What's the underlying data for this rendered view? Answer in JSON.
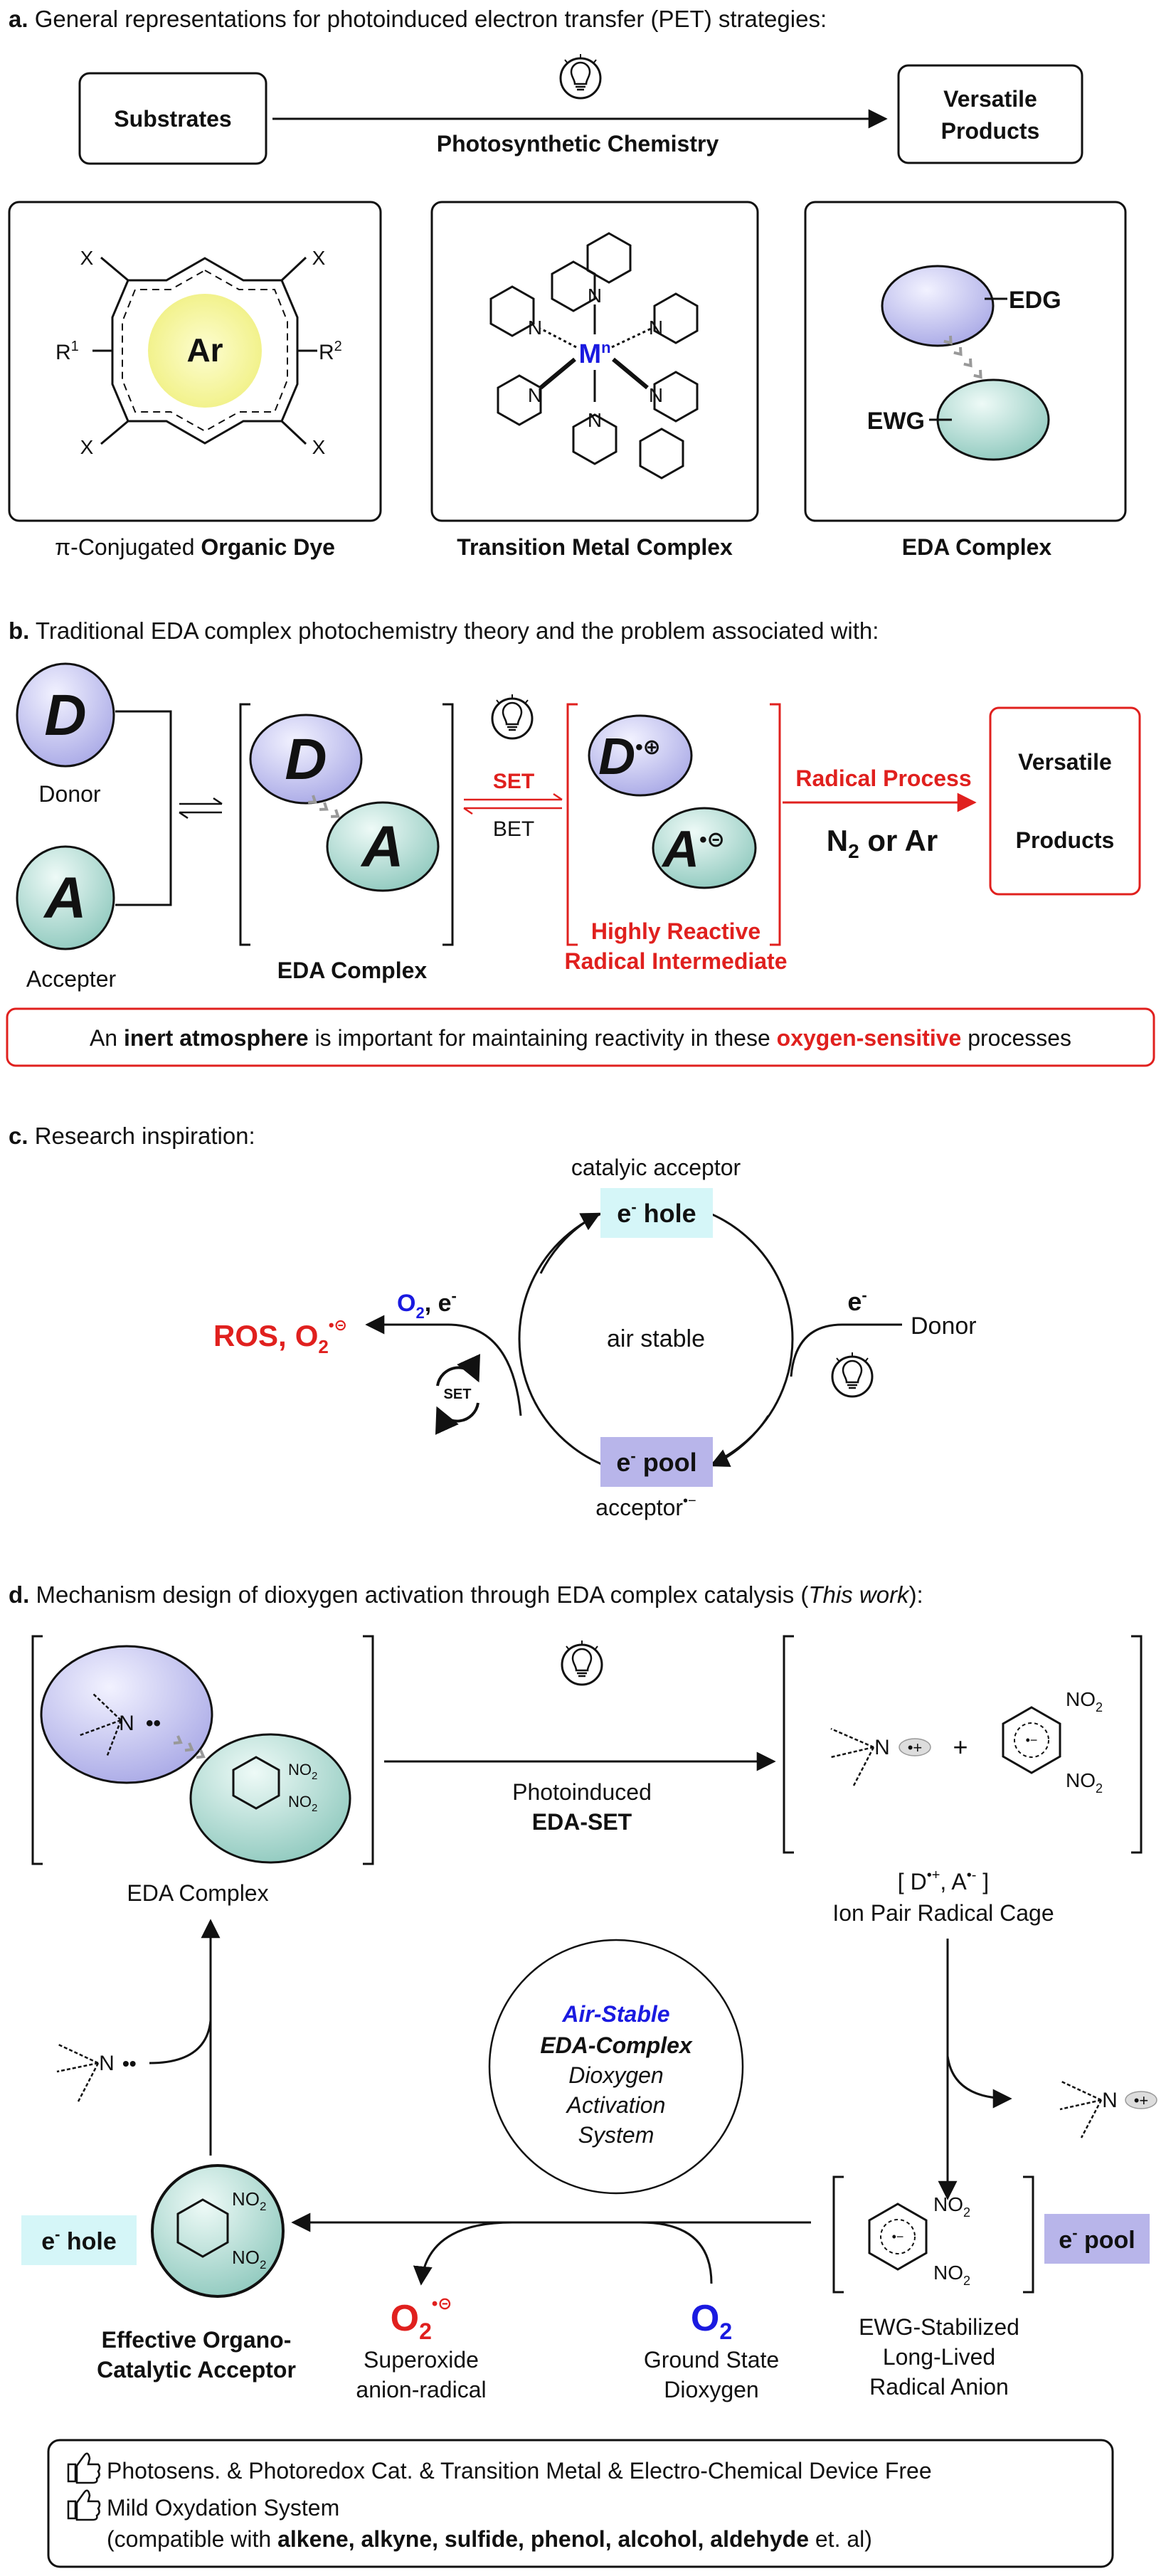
{
  "panel_a": {
    "heading_letter": "a.",
    "heading": "General representations for photoinduced electron transfer (PET) strategies:",
    "substrates": "Substrates",
    "process": "Photosynthetic Chemistry",
    "products_line1": "Versatile",
    "products_line2": "Products",
    "dye_core": "Ar",
    "dye_x": "X",
    "dye_r1": "R",
    "dye_r1_sup": "1",
    "dye_r2": "R",
    "dye_r2_sup": "2",
    "dye_caption_pi": "π-Conjugated",
    "dye_caption_rest": "Organic Dye",
    "metal_symbol": "M",
    "metal_sup": "n",
    "n_label": "N",
    "metal_caption": "Transition Metal Complex",
    "edg": "EDG",
    "ewg": "EWG",
    "eda_caption": "EDA Complex"
  },
  "panel_b": {
    "heading_letter": "b.",
    "heading": "Traditional EDA complex photochemistry theory and the problem associated with:",
    "donor_letter": "D",
    "donor_label": "Donor",
    "acceptor_letter": "A",
    "acceptor_label": "Accepter",
    "eda_caption": "EDA Complex",
    "set": "SET",
    "bet": "BET",
    "radical_d": "D",
    "radical_a": "A",
    "radical_caption_1": "Highly Reactive",
    "radical_caption_2": "Radical Intermediate",
    "radical_process": "Radical Process",
    "atmosphere_n": "N",
    "atmosphere_n_sub": "2",
    "atmosphere_rest": "or Ar",
    "products_line1": "Versatile",
    "products_line2": "Products",
    "note_prefix": "An",
    "note_bold": "inert atmosphere",
    "note_mid": "is important for maintaining reactivity in these",
    "note_red": "oxygen-sensitive",
    "note_suffix": "processes"
  },
  "panel_c": {
    "heading_letter": "c.",
    "heading": "Research inspiration:",
    "catalytic_acceptor": "catalyic acceptor",
    "e": "e",
    "e_sup": "-",
    "hole": "hole",
    "pool": "pool",
    "center": "air stable",
    "donor": "Donor",
    "acceptor_radical": "acceptor",
    "acceptor_radical_sup": "•−",
    "o2": "O",
    "o2_sub": "2",
    "o2_suffix": ", e",
    "ros": "ROS,",
    "superoxide": "O",
    "superoxide_sub": "2",
    "superoxide_sup": "•⊝",
    "set": "SET"
  },
  "panel_d": {
    "heading_letter": "d.",
    "heading_main": "Mechanism design of dioxygen activation through EDA complex catalysis (",
    "heading_italic": "This work",
    "heading_end": "):",
    "n": "N",
    "no2": "NO",
    "no2_sub": "2",
    "photo_1": "Photoinduced",
    "photo_2": "EDA-SET",
    "ion_pair_formula": "[ D",
    "ion_pair_formula_sup1": "•+",
    "ion_pair_formula_mid": ", A",
    "ion_pair_formula_sup2": "•-",
    "ion_pair_formula_end": "]",
    "ion_pair_label": "Ion Pair Radical Cage",
    "eda_complex": "EDA Complex",
    "cycle_1": "Air-Stable",
    "cycle_2": "EDA-Complex",
    "cycle_3": "Dioxygen",
    "cycle_4": "Activation",
    "cycle_5": "System",
    "e_hole": "hole",
    "e_pool": "pool",
    "e": "e",
    "e_sup": "-",
    "acceptor_caption_1": "Effective Organo-",
    "acceptor_caption_2": "Catalytic Acceptor",
    "superoxide_1": "Superoxide",
    "superoxide_2": "anion-radical",
    "o2_1": "Ground State",
    "o2_2": "Dioxygen",
    "anion_1": "EWG-Stabilized",
    "anion_2": "Long-Lived",
    "anion_3": "Radical Anion",
    "o2": "O",
    "o2_sub": "2",
    "superoxide_sup": "•⊝",
    "bullet_1": "Photosens. & Photoredox Cat. & Transition Metal & Electro-Chemical Device Free",
    "bullet_2": "Mild Oxydation System",
    "bullet_3_prefix": "(compatible with",
    "bullet_3_bold": "alkene, alkyne, sulfide, phenol, alcohol, aldehyde",
    "bullet_3_suffix": "et. al)"
  },
  "colors": {
    "red": "#e0201e",
    "blue": "#1a1ae0",
    "donor_fill": "#c7c7f0",
    "acceptor_fill": "#b9ddd6",
    "hole_fill": "#d5f6f8",
    "pool_fill": "#b8b5ea",
    "glow": "#fafab0"
  }
}
